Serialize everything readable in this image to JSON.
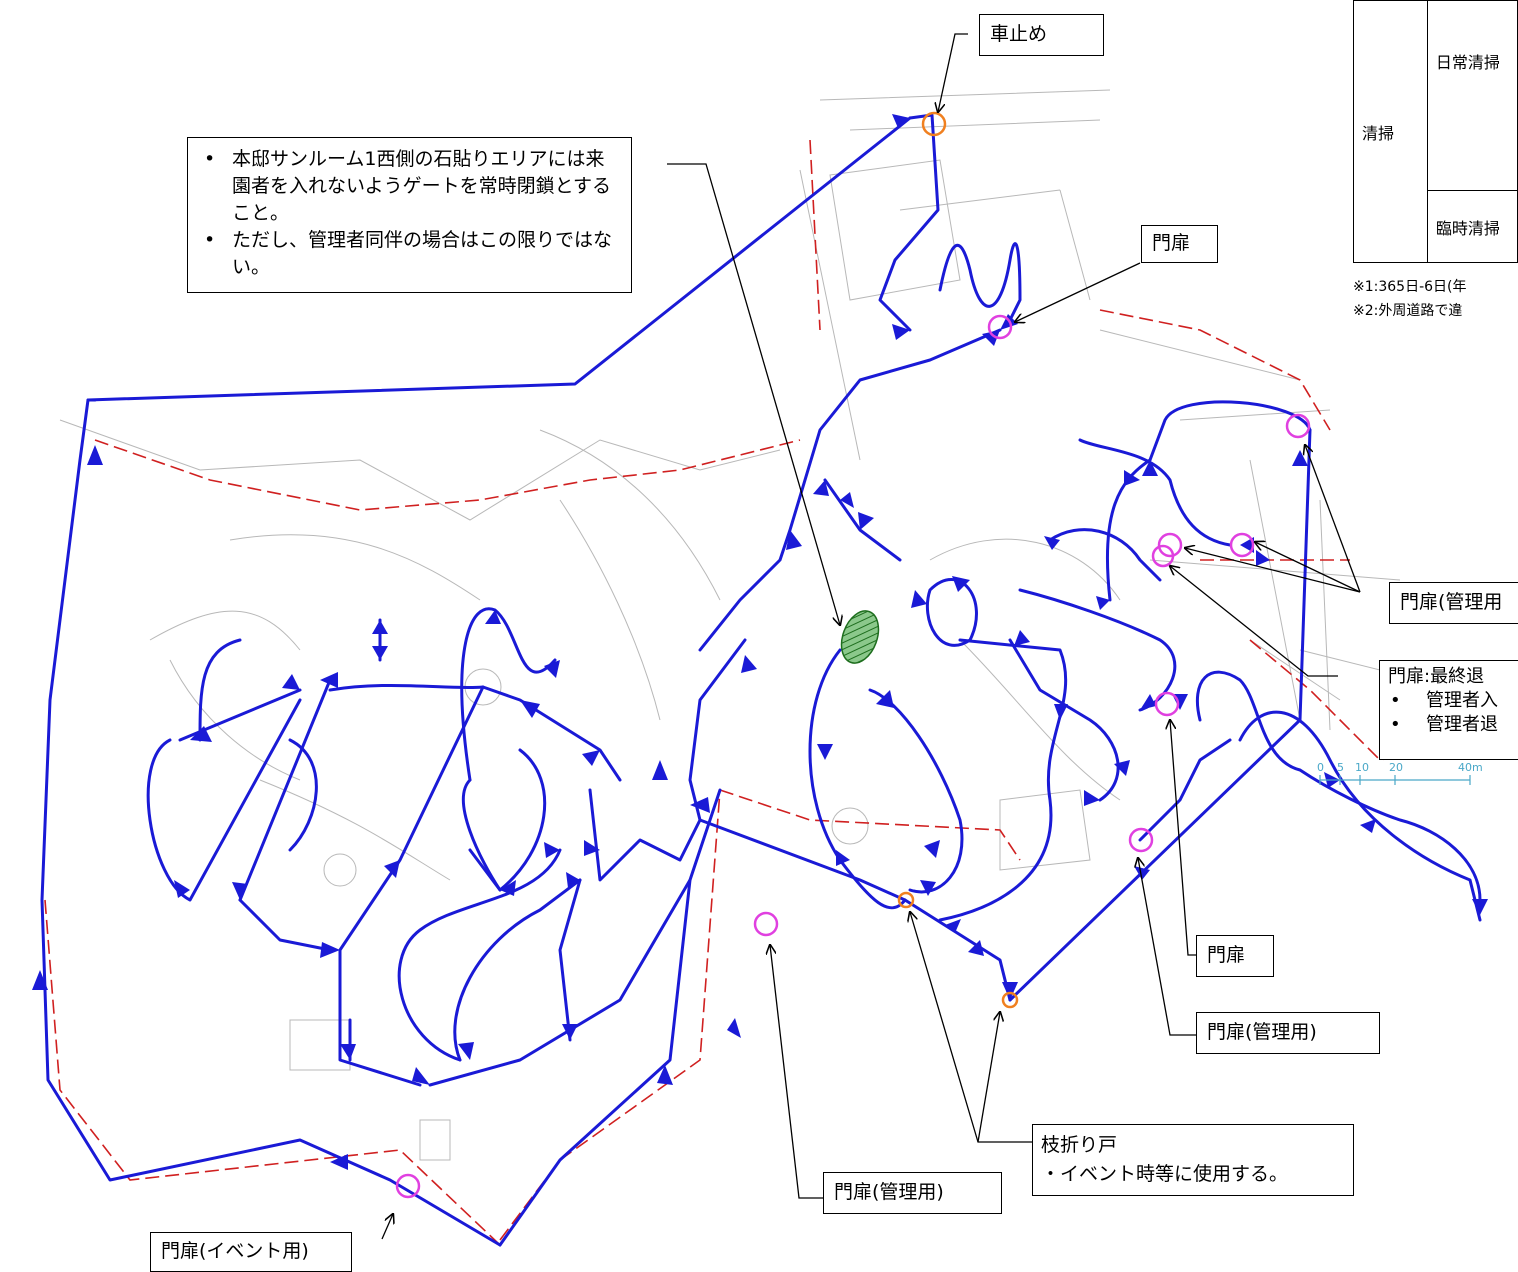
{
  "callouts": {
    "kurumadome": "車止め",
    "monpi_top": "門扉",
    "monpi_kanri_right": "門扉(管理用",
    "monpi_right": "門扉",
    "monpi_kanri_lower": "門扉(管理用)",
    "monpi_kanri_bottom": "門扉(管理用)",
    "monpi_event": "門扉(イベント用)",
    "edaori_title": "枝折り戸",
    "edaori_note": "・イベント時等に使用する。"
  },
  "notice_box": {
    "items": [
      "本邸サンルーム1西側の石貼りエリアには来園者を入れないようゲートを常時閉鎖とすること。",
      "ただし、管理者同伴の場合はこの限りではない。"
    ]
  },
  "final_exit_box": {
    "title": "門扉:最終退",
    "items": [
      "管理者入",
      "管理者退"
    ]
  },
  "schedule_table": {
    "category": "清掃",
    "rows": [
      "日常清掃",
      "臨時清掃"
    ]
  },
  "notes": [
    "※1:365日-6日(年",
    "※2:外周道路で違"
  ],
  "scale": {
    "labels": [
      "0",
      "5",
      "10",
      "20",
      "40m"
    ]
  },
  "colors": {
    "route": "#1a1ad6",
    "gate_magenta": "#e040e0",
    "gate_orange": "#f08020",
    "boundary_red": "#d02020",
    "restricted_green": "#2e8b2e"
  }
}
